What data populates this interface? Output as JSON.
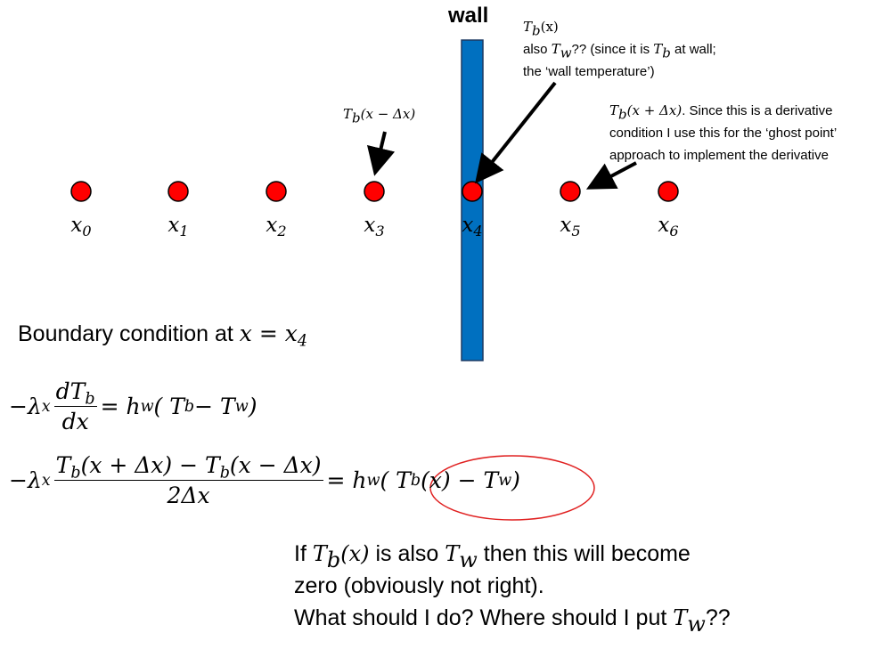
{
  "wall_label": "wall",
  "colors": {
    "wall": "#0070c0",
    "points": "#ff0000",
    "ellipse": "#e02020"
  },
  "points": [
    {
      "var": "x",
      "sub": "0"
    },
    {
      "var": "x",
      "sub": "1"
    },
    {
      "var": "x",
      "sub": "2"
    },
    {
      "var": "x",
      "sub": "3"
    },
    {
      "var": "x",
      "sub": "4"
    },
    {
      "var": "x",
      "sub": "5"
    },
    {
      "var": "x",
      "sub": "6"
    }
  ],
  "annotations": {
    "wall_point": {
      "T": "T",
      "b": "b",
      "arg": "(x)",
      "line2_a": "also ",
      "line2_Tw": "T",
      "w": "w",
      "line2_b": "?? (since it is ",
      "line2_Tb": "T",
      "line2_c": " at wall;",
      "line3": "the ‘wall temperature’)"
    },
    "left_point": {
      "T": "T",
      "b": "b",
      "arg": "(x − Δx)"
    },
    "ghost_point": {
      "T": "T",
      "b": "b",
      "arg": "(x + Δx)",
      "line1_rest": ". Since this is a derivative",
      "line2": "condition I use this for the ‘ghost point’",
      "line3": "approach to implement the derivative"
    }
  },
  "boundary": {
    "text": "Boundary condition at ",
    "math": "x = x",
    "sub": "4"
  },
  "eq1": {
    "lhs": "−λ",
    "lhs_sub": "x",
    "num": "dT",
    "num_sub": "b",
    "den": "dx",
    "rhs1": "= h",
    "rhs_sub": "w",
    "rhs2": "( T",
    "rhs_sub2": "b",
    "rhs3": " − T",
    "rhs_sub3": "w",
    "rhs4": ")"
  },
  "eq2": {
    "lhs": "−λ",
    "lhs_sub": "x",
    "num1": "T",
    "num_sub1": "b",
    "num2": "(x + Δx) − T",
    "num_sub2": "b",
    "num3": "(x − Δx)",
    "den": "2Δx",
    "rhs1": "= h",
    "rhs_sub": "w",
    "rhs2": "( T",
    "rhs_sub2": "b",
    "rhs3": "(x) − T",
    "rhs_sub3": "w",
    "rhs4": ")"
  },
  "question": {
    "l1_a": "If ",
    "l1_T": "T",
    "l1_b": "b",
    "l1_arg": "(x)",
    "l1_c": " is also ",
    "l1_T2": "T",
    "l1_w": "w",
    "l1_d": " then this will become",
    "l2": "zero (obviously not right).",
    "l3_a": "What should I do? Where should I put ",
    "l3_T": "T",
    "l3_w": "w",
    "l3_b": "??"
  }
}
